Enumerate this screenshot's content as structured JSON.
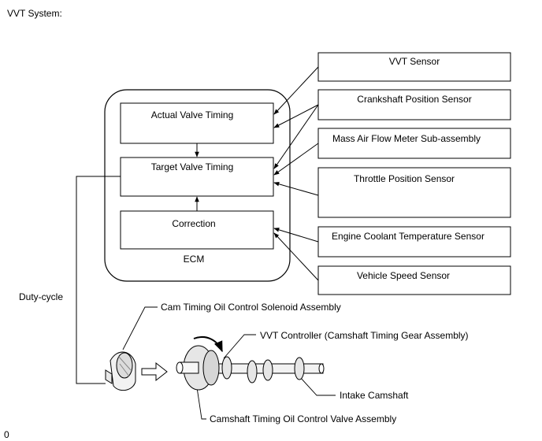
{
  "title": "VVT System:",
  "page_marker": "0",
  "ecm": {
    "label": "ECM",
    "actual": "Actual Valve Timing",
    "target": "Target Valve Timing",
    "correction": "Correction"
  },
  "sensors": [
    "VVT Sensor",
    "Crankshaft Position Sensor",
    "Mass Air Flow Meter Sub-assembly",
    "Throttle Position Sensor",
    "Engine Coolant Temperature Sensor",
    "Vehicle Speed Sensor"
  ],
  "output_label": "Duty-cycle",
  "parts": {
    "solenoid": "Cam Timing Oil Control Solenoid Assembly",
    "controller": "VVT Controller (Camshaft Timing Gear Assembly)",
    "camshaft": "Intake Camshaft",
    "valve": "Camshaft Timing Oil Control Valve Assembly"
  }
}
